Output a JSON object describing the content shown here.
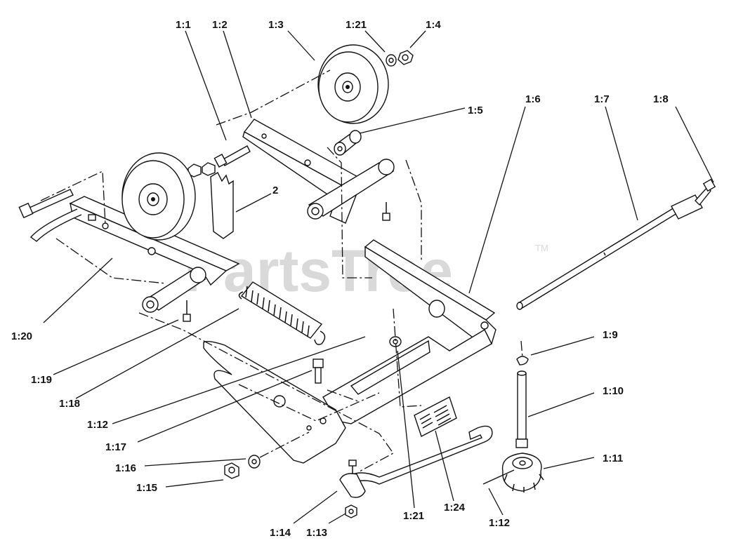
{
  "watermark": {
    "text": "PartsTree",
    "trademark": "TM"
  },
  "labels": {
    "l_1_1": "1:1",
    "l_1_2": "1:2",
    "l_1_3": "1:3",
    "l_1_21_top": "1:21",
    "l_1_4": "1:4",
    "l_1_5": "1:5",
    "l_1_6": "1:6",
    "l_1_7": "1:7",
    "l_1_8": "1:8",
    "l_2": "2",
    "l_1_20": "1:20",
    "l_1_19": "1:19",
    "l_1_18": "1:18",
    "l_1_12_left": "1:12",
    "l_1_17": "1:17",
    "l_1_16": "1:16",
    "l_1_15": "1:15",
    "l_1_14": "1:14",
    "l_1_13": "1:13",
    "l_1_21_bottom": "1:21",
    "l_1_24": "1:24",
    "l_1_12_right": "1:12",
    "l_1_9": "1:9",
    "l_1_10": "1:10",
    "l_1_11": "1:11"
  }
}
